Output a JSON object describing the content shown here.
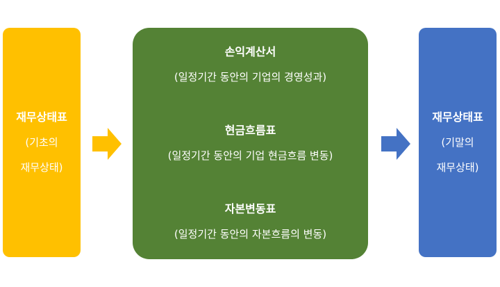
{
  "left": {
    "title": "재무상태표",
    "sub_line1": "(기초의",
    "sub_line2": "재무상태)"
  },
  "center": {
    "sections": [
      {
        "title": "손익계산서",
        "desc": "(일정기간 동안의 기업의 경영성과)"
      },
      {
        "title": "현금흐름표",
        "desc": "(일정기간 동안의 기업 현금흐름 변동)"
      },
      {
        "title": "자본변동표",
        "desc": "(일정기간 동안의 자본흐름의 변동)"
      }
    ]
  },
  "right": {
    "title": "재무상태표",
    "sub_line1": "(기말의",
    "sub_line2": "재무상태)"
  },
  "colors": {
    "left_box": "#FFC000",
    "center_box": "#548235",
    "right_box": "#4472C4",
    "left_arrow": "#FFC000",
    "right_arrow": "#4472C4"
  },
  "icons": {
    "left_arrow": "right-arrow-icon",
    "right_arrow": "right-arrow-icon"
  }
}
